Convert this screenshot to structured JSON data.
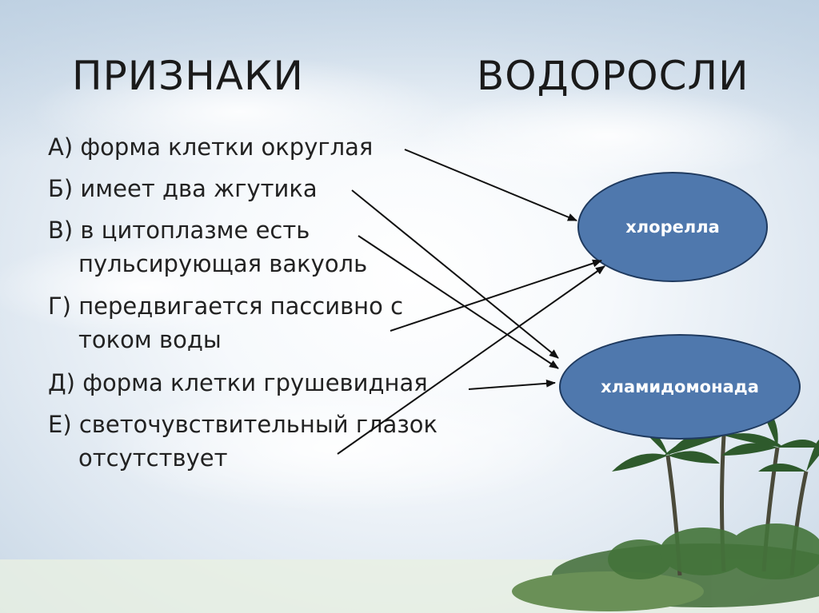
{
  "headings": {
    "traits": "ПРИЗНАКИ",
    "algae": "ВОДОРОСЛИ"
  },
  "traits": [
    {
      "line1": "А) форма клетки округлая",
      "line2": ""
    },
    {
      "line1": "Б) имеет два жгутика",
      "line2": ""
    },
    {
      "line1": "В) в цитоплазме есть",
      "line2": "пульсирующая вакуоль"
    },
    {
      "line1": "Г) передвигается пассивно с",
      "line2": "током воды"
    },
    {
      "line1": "Д) форма клетки грушевидная",
      "line2": ""
    },
    {
      "line1": "Е) светочувствительный глазок",
      "line2": "отсутствует"
    }
  ],
  "algae": [
    {
      "name": "хлорелла"
    },
    {
      "name": "хламидомонада"
    }
  ],
  "links": [
    {
      "trait": "А",
      "alga": "хлорелла"
    },
    {
      "trait": "Б",
      "alga": "хламидомонада"
    },
    {
      "trait": "В",
      "alga": "хламидомонада"
    },
    {
      "trait": "Г",
      "alga": "хлорелла"
    },
    {
      "trait": "Д",
      "alga": "хламидомонада"
    },
    {
      "trait": "Е",
      "alga": "хлорелла"
    }
  ],
  "colors": {
    "node_fill": "#4f78ad",
    "node_border": "#1f3a5f",
    "arrow": "#111111",
    "text": "#222222"
  }
}
